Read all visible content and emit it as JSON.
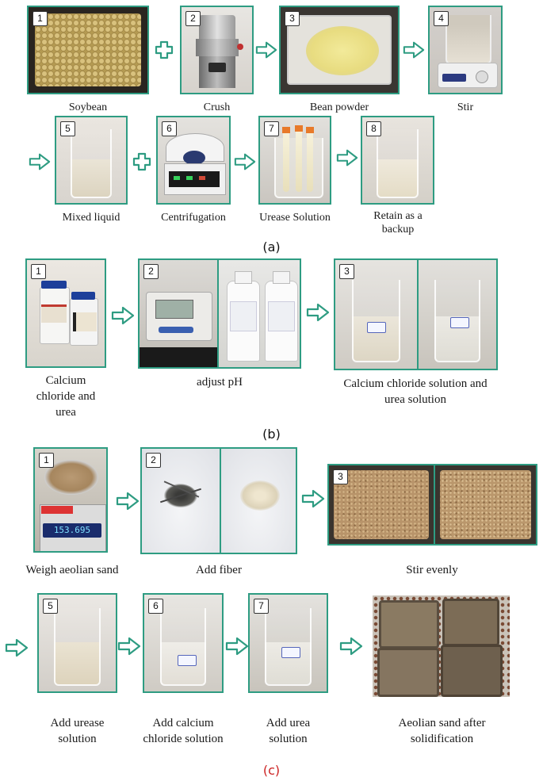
{
  "section_a": {
    "label": "(a)",
    "steps": [
      {
        "num": "1",
        "caption": "Soybean"
      },
      {
        "num": "2",
        "caption": "Crush"
      },
      {
        "num": "3",
        "caption": "Bean powder"
      },
      {
        "num": "4",
        "caption": "Stir"
      },
      {
        "num": "5",
        "caption": "Mixed liquid"
      },
      {
        "num": "6",
        "caption": "Centrifugation"
      },
      {
        "num": "7",
        "caption": "Urease Solution"
      },
      {
        "num": "8",
        "caption": "Retain as a backup"
      }
    ]
  },
  "section_b": {
    "label": "(b)",
    "steps": [
      {
        "num": "1",
        "caption": "Calcium chloride and urea"
      },
      {
        "num": "2",
        "caption": "adjust pH"
      },
      {
        "num": "3",
        "caption": "Calcium chloride solution and urea solution"
      }
    ]
  },
  "section_c": {
    "label": "(c)",
    "steps": [
      {
        "num": "1",
        "caption": "Weigh aeolian sand",
        "scale_reading": "153.695"
      },
      {
        "num": "2",
        "caption": "Add fiber"
      },
      {
        "num": "3",
        "caption": "Stir evenly"
      },
      {
        "num": "5",
        "caption": "Add urease solution"
      },
      {
        "num": "6",
        "caption": "Add calcium chloride solution"
      },
      {
        "num": "7",
        "caption": "Add urea solution"
      },
      {
        "num": "",
        "caption": "Aeolian sand after solidification"
      }
    ]
  },
  "colors": {
    "frame": "#2e9c82",
    "arrow_fill": "#ffffff",
    "arrow_stroke": "#2e9c82",
    "label_c": "#cc2222"
  }
}
